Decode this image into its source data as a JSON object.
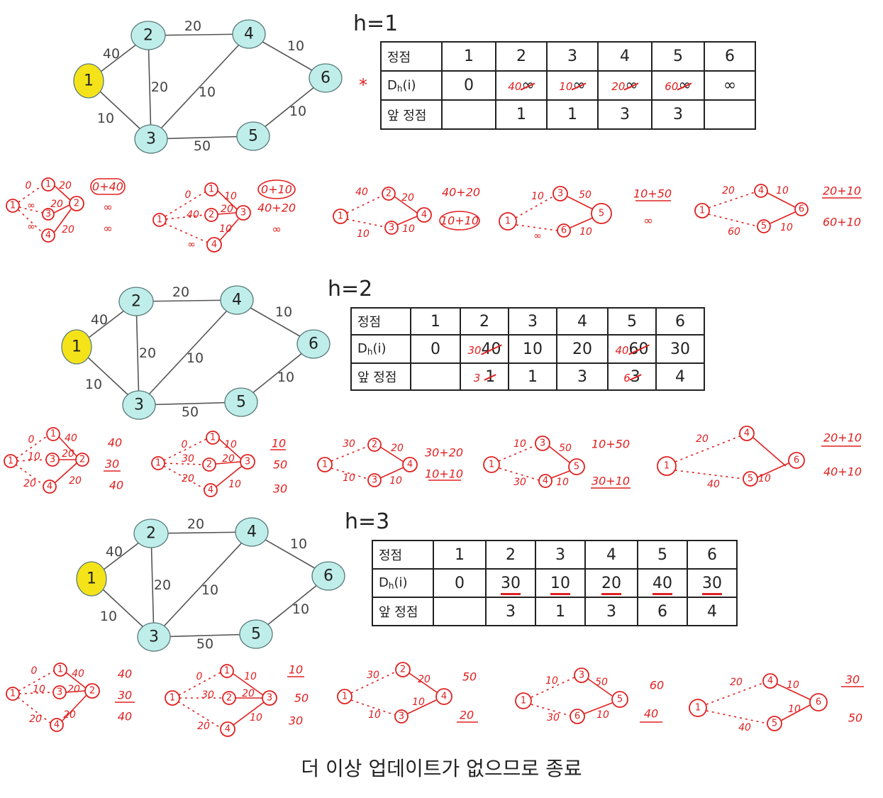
{
  "graph": {
    "nodes": [
      "1",
      "2",
      "3",
      "4",
      "5",
      "6"
    ],
    "edges": [
      {
        "from": "1",
        "to": "2",
        "w": "40"
      },
      {
        "from": "1",
        "to": "3",
        "w": "10"
      },
      {
        "from": "2",
        "to": "3",
        "w": "20"
      },
      {
        "from": "2",
        "to": "4",
        "w": "20"
      },
      {
        "from": "3",
        "to": "4",
        "w": "10"
      },
      {
        "from": "3",
        "to": "5",
        "w": "50"
      },
      {
        "from": "4",
        "to": "6",
        "w": "10"
      },
      {
        "from": "5",
        "to": "6",
        "w": "10"
      }
    ],
    "colors": {
      "start": "#f5e31a",
      "node": "#bfeeea",
      "marks": "#e02020"
    }
  },
  "table_headers": {
    "vertex": "정점",
    "dist": "D",
    "dist_sub": "h",
    "dist_arg": "(i)",
    "pred": "앞 정점",
    "cols": [
      "1",
      "2",
      "3",
      "4",
      "5",
      "6"
    ]
  },
  "h1": {
    "title": "h=1",
    "star": "*",
    "dist": [
      {
        "val": "0"
      },
      {
        "old": "∞",
        "new": "40"
      },
      {
        "old": "∞",
        "new": "10"
      },
      {
        "old": "∞",
        "new": "20"
      },
      {
        "old": "∞",
        "new": "60"
      },
      {
        "val": "∞"
      }
    ],
    "pred": [
      "",
      "1",
      "1",
      "3",
      "3",
      ""
    ],
    "scratch": [
      {
        "top": "0+40",
        "mid": "∞",
        "bot": "∞"
      },
      {
        "top": "0+10",
        "mid": "40+20",
        "bot": "∞"
      },
      {
        "top": "40+20",
        "mid": "10+10"
      },
      {
        "top": "10+50",
        "mid": "∞"
      },
      {
        "top": "20+10",
        "mid": "60+10"
      }
    ]
  },
  "h2": {
    "title": "h=2",
    "dist": [
      {
        "val": "0"
      },
      {
        "old": "40",
        "new": "30"
      },
      {
        "val": "10"
      },
      {
        "val": "20"
      },
      {
        "old": "60",
        "new": "40"
      },
      {
        "val": "30"
      }
    ],
    "pred": [
      {
        "val": ""
      },
      {
        "old": "1",
        "new": "3"
      },
      {
        "val": "1"
      },
      {
        "val": "3"
      },
      {
        "old": "3",
        "new": "6"
      },
      {
        "val": "4"
      }
    ],
    "scratch": [
      {
        "a": "40",
        "b": "30",
        "c": "40"
      },
      {
        "a": "10",
        "b": "50",
        "c": "30"
      },
      {
        "a": "30+20",
        "b": "10+10"
      },
      {
        "a": "10+50",
        "b": "30+10"
      },
      {
        "a": "20+10",
        "b": "40+10"
      }
    ]
  },
  "h3": {
    "title": "h=3",
    "dist": [
      "0",
      "30",
      "10",
      "20",
      "40",
      "30"
    ],
    "pred": [
      "",
      "3",
      "1",
      "3",
      "6",
      "4"
    ],
    "scratch": [
      {
        "a": "40",
        "b": "30",
        "c": "40"
      },
      {
        "a": "10",
        "b": "50",
        "c": "30"
      },
      {
        "a": "50",
        "b": "20"
      },
      {
        "a": "60",
        "b": "40"
      },
      {
        "a": "30",
        "b": "50"
      }
    ]
  },
  "footer": "더 이상 업데이트가 없으므로 종료"
}
